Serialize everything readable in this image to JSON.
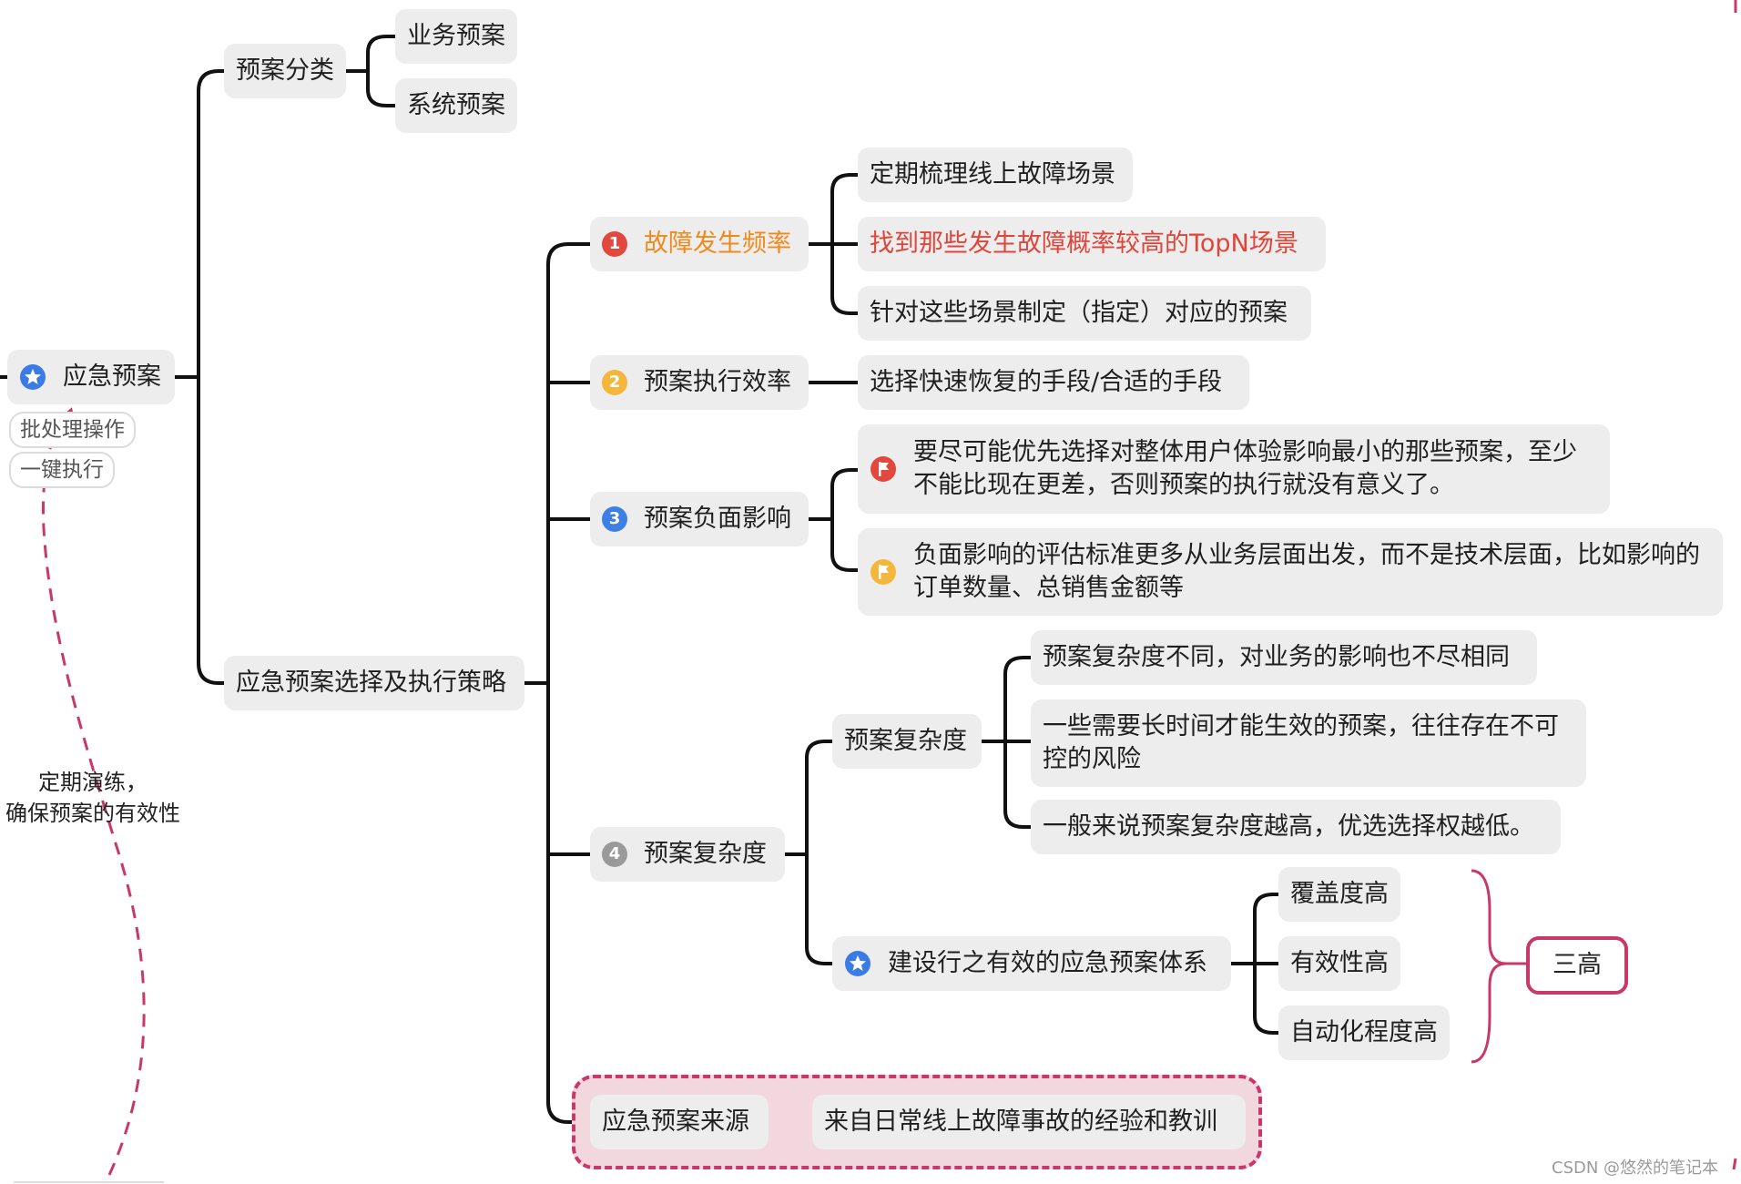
{
  "root": {
    "label": "应急预案"
  },
  "tags": [
    "批处理操作",
    "一键执行"
  ],
  "drill_note": {
    "lines": [
      "定期演练，",
      "确保预案的有效性"
    ]
  },
  "classification": {
    "label": "预案分类",
    "children": [
      "业务预案",
      "系统预案"
    ]
  },
  "strategy": {
    "label": "应急预案选择及执行策略",
    "factors": [
      {
        "number": "1",
        "label": "故障发生频率",
        "children": [
          "定期梳理线上故障场景",
          "找到那些发生故障概率较高的TopN场景",
          "针对这些场景制定（指定）对应的预案"
        ]
      },
      {
        "number": "2",
        "label": "预案执行效率",
        "children": [
          "选择快速恢复的手段/合适的手段"
        ]
      },
      {
        "number": "3",
        "label": "预案负面影响",
        "children": [
          "要尽可能优先选择对整体用户体验影响最小的那些预案，至少不能比现在更差，否则预案的执行就没有意义了。",
          "负面影响的评估标准更多从业务层面出发，而不是技术层面，比如影响的订单数量、总销售金额等"
        ]
      },
      {
        "number": "4",
        "label": "预案复杂度",
        "sub_complexity": {
          "label": "预案复杂度",
          "children": [
            "预案复杂度不同，对业务的影响也不尽相同",
            "一些需要长时间才能生效的预案，往往存在不可控的风险",
            "一般来说预案复杂度越高，优选选择权越低。"
          ]
        },
        "system": {
          "label": "建设行之有效的应急预案体系",
          "children": [
            "覆盖度高",
            "有效性高",
            "自动化程度高"
          ],
          "summary": "三高"
        }
      }
    ],
    "source": {
      "label": "应急预案来源",
      "detail": "来自日常线上故障事故的经验和教训"
    }
  },
  "colors": {
    "badge1": "#e2483d",
    "badge2": "#f4b73c",
    "badge3": "#3e7fe6",
    "badge4": "#9a9a9a",
    "star": "#3b7be5",
    "flag_red": "#e2483d",
    "flag_yellow": "#f4b73c",
    "accent": "#c9386a",
    "highlight_red": "#e0453a",
    "highlight_orange": "#f08a1c"
  },
  "watermark": "CSDN @悠然的笔记本"
}
